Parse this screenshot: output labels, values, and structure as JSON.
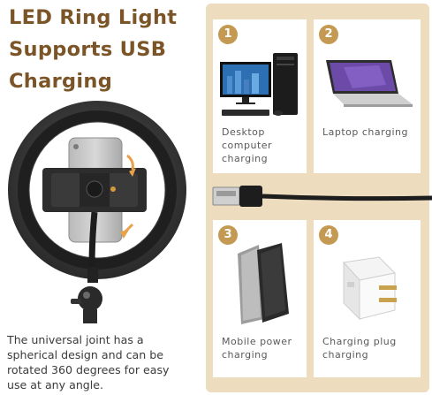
{
  "headline": {
    "line1": "LED Ring Light",
    "line2": "Supports USB",
    "line3": "Charging"
  },
  "caption": {
    "line1": "The universal joint has a",
    "line2": "spherical design and can be",
    "line3": "rotated 360 degrees for easy",
    "line4": "use at any angle."
  },
  "cards": [
    {
      "number": "1",
      "line1": "Desktop",
      "line2": "computer",
      "line3": "charging",
      "icon": "desktop-computer-icon"
    },
    {
      "number": "2",
      "line1": "Laptop charging",
      "icon": "laptop-icon"
    },
    {
      "number": "3",
      "line1": "Mobile power",
      "line2": "charging",
      "icon": "power-bank-icon"
    },
    {
      "number": "4",
      "line1": "Charging plug",
      "line2": "charging",
      "icon": "charging-plug-icon"
    }
  ],
  "colors": {
    "headline": "#7b5427",
    "panel": "#eddcbe",
    "badge": "#c49a52",
    "arrow": "#e7a24a"
  }
}
